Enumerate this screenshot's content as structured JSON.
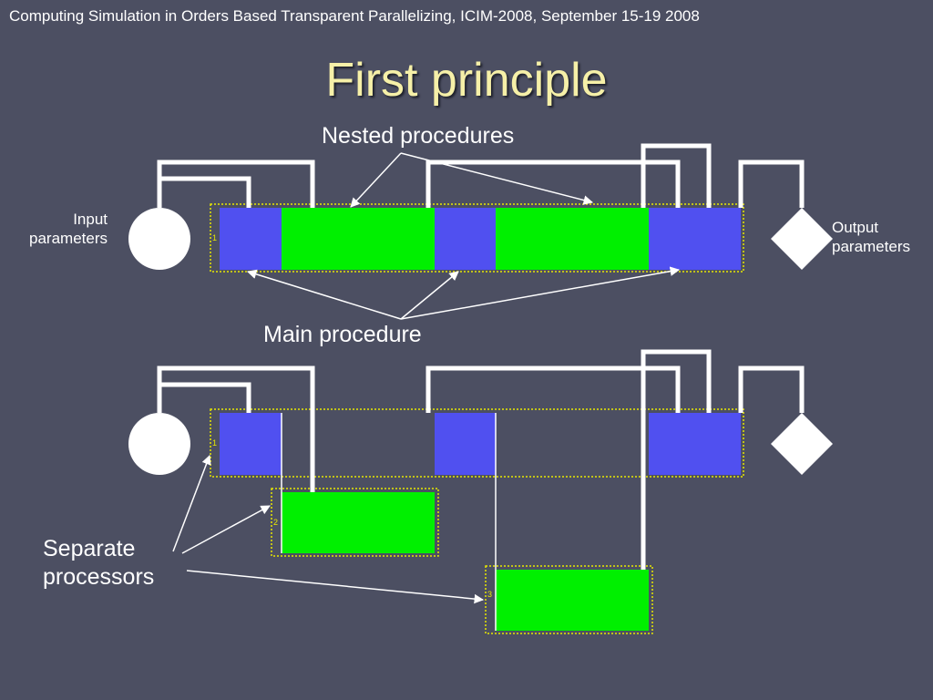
{
  "header": "Computing Simulation in Orders Based Transparent Parallelizing, ICIM-2008, September 15-19 2008",
  "title": "First principle",
  "labels": {
    "nested_procedures": "Nested procedures",
    "input_parameters_line1": "Input",
    "input_parameters_line2": "parameters",
    "output_parameters_line1": "Output",
    "output_parameters_line2": "parameters",
    "main_procedure": "Main procedure",
    "separate_processors_line1": "Separate",
    "separate_processors_line2": "processors"
  },
  "processor_numbers": {
    "p1_top": "1",
    "p1_bottom": "1",
    "p2": "2",
    "p3": "3"
  },
  "colors": {
    "background": "#4c4f62",
    "main_block": "#5050f0",
    "nested_block": "#00f000",
    "processor_frame": "#e8e800",
    "connector": "#ffffff",
    "title": "#f6f0a8"
  }
}
